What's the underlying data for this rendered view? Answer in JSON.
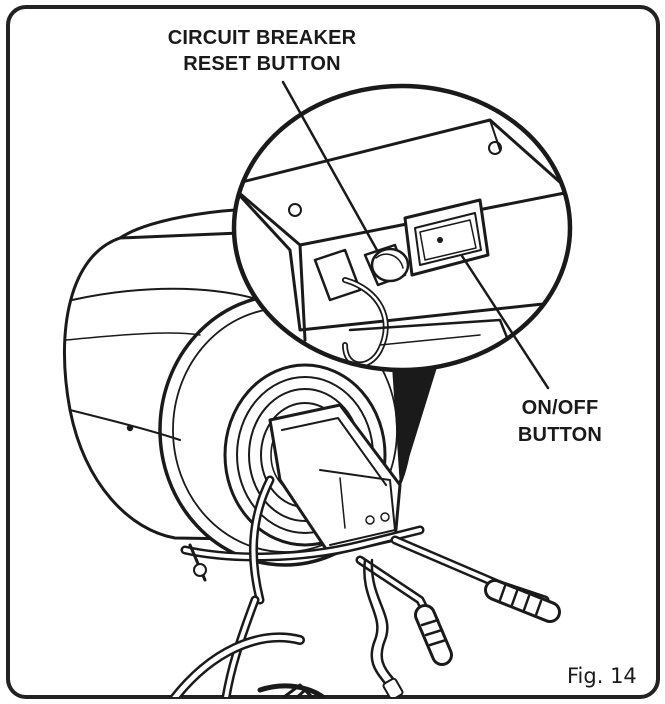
{
  "callouts": {
    "breaker_line1": "CIRCUIT BREAKER",
    "breaker_line2": "RESET BUTTON",
    "onoff_line1": "ON/OFF",
    "onoff_line2": "BUTTON"
  },
  "figure_label": "Fig. 14",
  "colors": {
    "ink": "#1a1a1a",
    "paper": "#ffffff",
    "frame": "#222222"
  }
}
